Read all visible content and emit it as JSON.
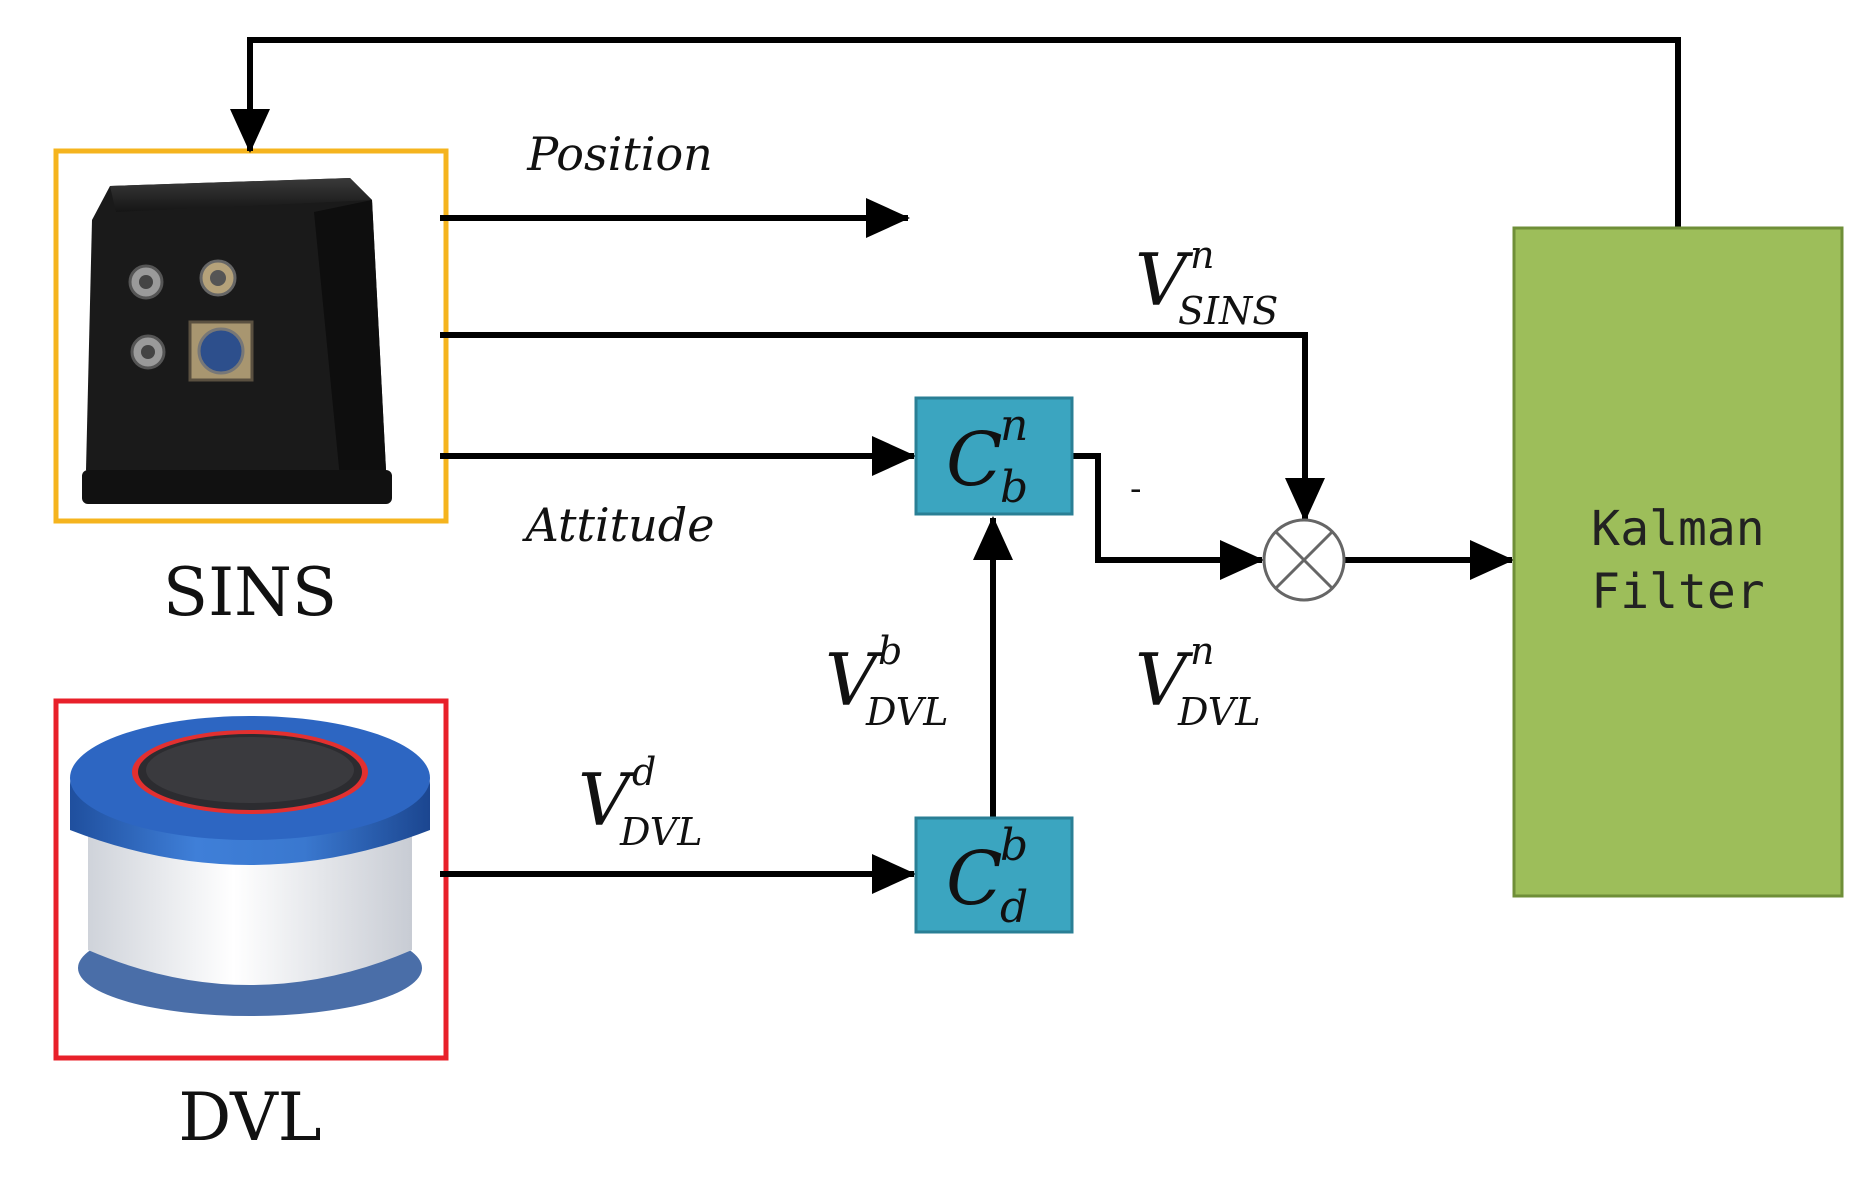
{
  "colors": {
    "line": "#000000",
    "sins_border": "#f5b41e",
    "dvl_border": "#e8202a",
    "matrix_fill": "#3ba5c0",
    "matrix_stroke": "#2a7f95",
    "kalman_fill": "#9dbe5a",
    "kalman_stroke": "#6f8f38"
  },
  "devices": {
    "sins": {
      "label": "SINS"
    },
    "dvl": {
      "label": "DVL"
    }
  },
  "signals": {
    "position": "Position",
    "attitude": "Attitude",
    "minus_sign": "-",
    "v_sins_n": {
      "base": "V",
      "sup": "n",
      "sub": "SINS"
    },
    "v_dvl_n": {
      "base": "V",
      "sup": "n",
      "sub": "DVL"
    },
    "v_dvl_b": {
      "base": "V",
      "sup": "b",
      "sub": "DVL"
    },
    "v_dvl_d": {
      "base": "V",
      "sup": "d",
      "sub": "DVL"
    }
  },
  "blocks": {
    "c_b_n": {
      "base": "C",
      "sup": "n",
      "sub": "b"
    },
    "c_d_b": {
      "base": "C",
      "sup": "b",
      "sub": "d"
    },
    "kalman": {
      "line1": "Kalman",
      "line2": "Filter"
    }
  },
  "icons": {
    "summing_junction": "circle-cross-icon",
    "sins_device": "imu-box-icon",
    "dvl_device": "dvl-sensor-icon"
  }
}
